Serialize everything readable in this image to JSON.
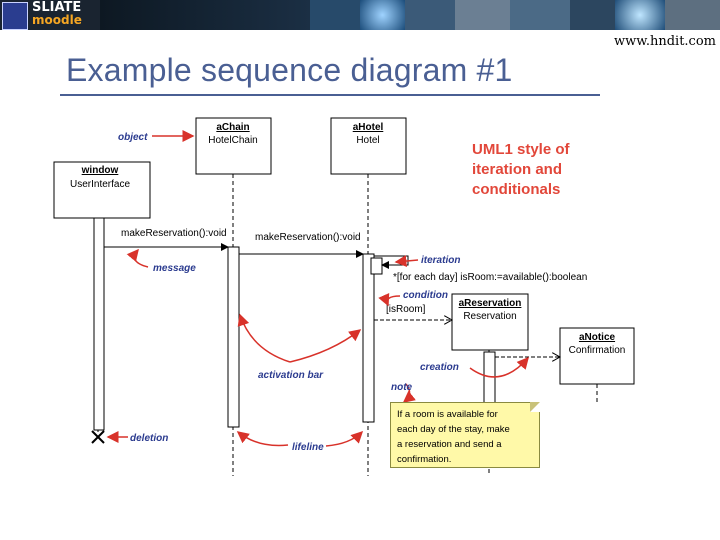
{
  "header": {
    "logo_line1": "SLIATE",
    "logo_line2": "moodle",
    "site": "www.hndit.com"
  },
  "slide": {
    "title": "Example sequence diagram #1"
  },
  "diagram": {
    "objects": [
      {
        "name": "window",
        "type": "UserInterface"
      },
      {
        "name": "aChain",
        "type": "HotelChain"
      },
      {
        "name": "aHotel",
        "type": "Hotel"
      },
      {
        "name": "aReservation",
        "type": "Reservation"
      },
      {
        "name": "aNotice",
        "type": "Confirmation"
      }
    ],
    "messages": {
      "m1": "makeReservation():void",
      "m2": "makeReservation():void",
      "m3": "*[for each day] isRoom:=available():boolean",
      "guard": "[isRoom]"
    },
    "annotations": {
      "object": "object",
      "message": "message",
      "iteration": "iteration",
      "condition": "condition",
      "creation": "creation",
      "activation_bar": "activation bar",
      "note": "note",
      "deletion": "deletion",
      "lifeline": "lifeline"
    },
    "style_note": [
      "UML1 style of",
      "iteration and",
      "conditionals"
    ],
    "note_text": [
      "If a room is available for",
      "each day of the stay, make",
      "a reservation and send a",
      "confirmation."
    ]
  }
}
